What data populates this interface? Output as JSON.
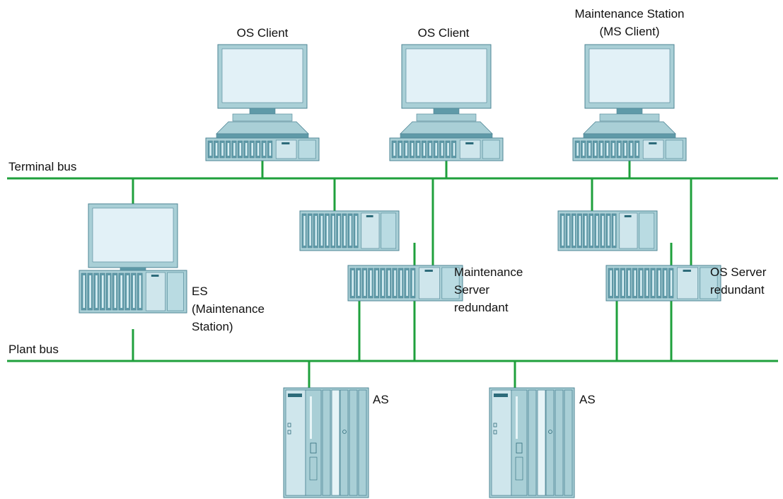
{
  "colors": {
    "bus": "#1fa03c",
    "device_fill": "#a9cfd6",
    "device_dark": "#5f9aa8",
    "device_stroke": "#4d8494",
    "screen": "#e2f1f7",
    "slot": "#7fb3c0"
  },
  "buses": {
    "terminal": {
      "label": "Terminal bus"
    },
    "plant": {
      "label": "Plant bus"
    }
  },
  "clients": [
    {
      "id": "os-client-1",
      "lines": [
        "OS Client"
      ]
    },
    {
      "id": "os-client-2",
      "lines": [
        "OS Client"
      ]
    },
    {
      "id": "maintenance-station-client",
      "lines": [
        "Maintenance Station",
        "(MS Client)"
      ]
    }
  ],
  "engineering_station": {
    "lines": [
      "ES",
      "(Maintenance",
      "Station)"
    ]
  },
  "servers": [
    {
      "id": "maintenance-server",
      "lines": [
        "Maintenance",
        "Server",
        "redundant"
      ]
    },
    {
      "id": "os-server",
      "lines": [
        "OS Server",
        "redundant"
      ]
    }
  ],
  "automation_systems": [
    {
      "id": "as-1",
      "label": "AS"
    },
    {
      "id": "as-2",
      "label": "AS"
    }
  ]
}
